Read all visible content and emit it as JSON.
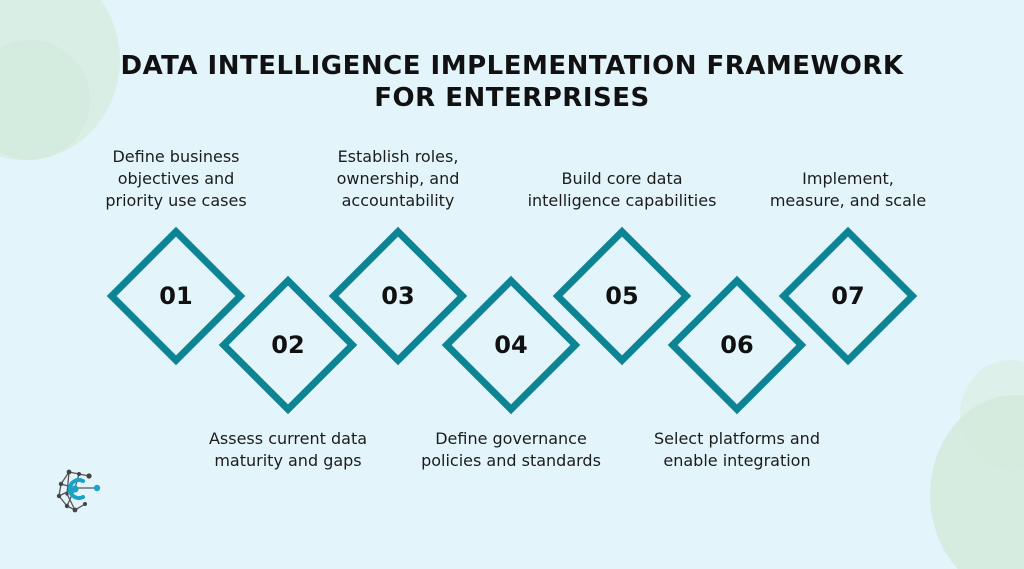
{
  "title_line1": "DATA INTELLIGENCE IMPLEMENTATION FRAMEWORK",
  "title_line2": "FOR ENTERPRISES",
  "colors": {
    "background": "#e3f5fb",
    "diamond_border": "#0c8494",
    "text": "#111111"
  },
  "logo_icon": "network-node-logo-icon",
  "steps": [
    {
      "number": "01",
      "label_lines": [
        "Define business",
        "objectives and",
        "priority use cases"
      ]
    },
    {
      "number": "02",
      "label_lines": [
        "Assess current data",
        "maturity and gaps"
      ]
    },
    {
      "number": "03",
      "label_lines": [
        "Establish roles,",
        "ownership, and",
        "accountability"
      ]
    },
    {
      "number": "04",
      "label_lines": [
        "Define governance",
        "policies and standards"
      ]
    },
    {
      "number": "05",
      "label_lines": [
        "Build core data",
        "intelligence capabilities"
      ]
    },
    {
      "number": "06",
      "label_lines": [
        "Select platforms and",
        "enable integration"
      ]
    },
    {
      "number": "07",
      "label_lines": [
        "Implement,",
        "measure, and scale"
      ]
    }
  ]
}
